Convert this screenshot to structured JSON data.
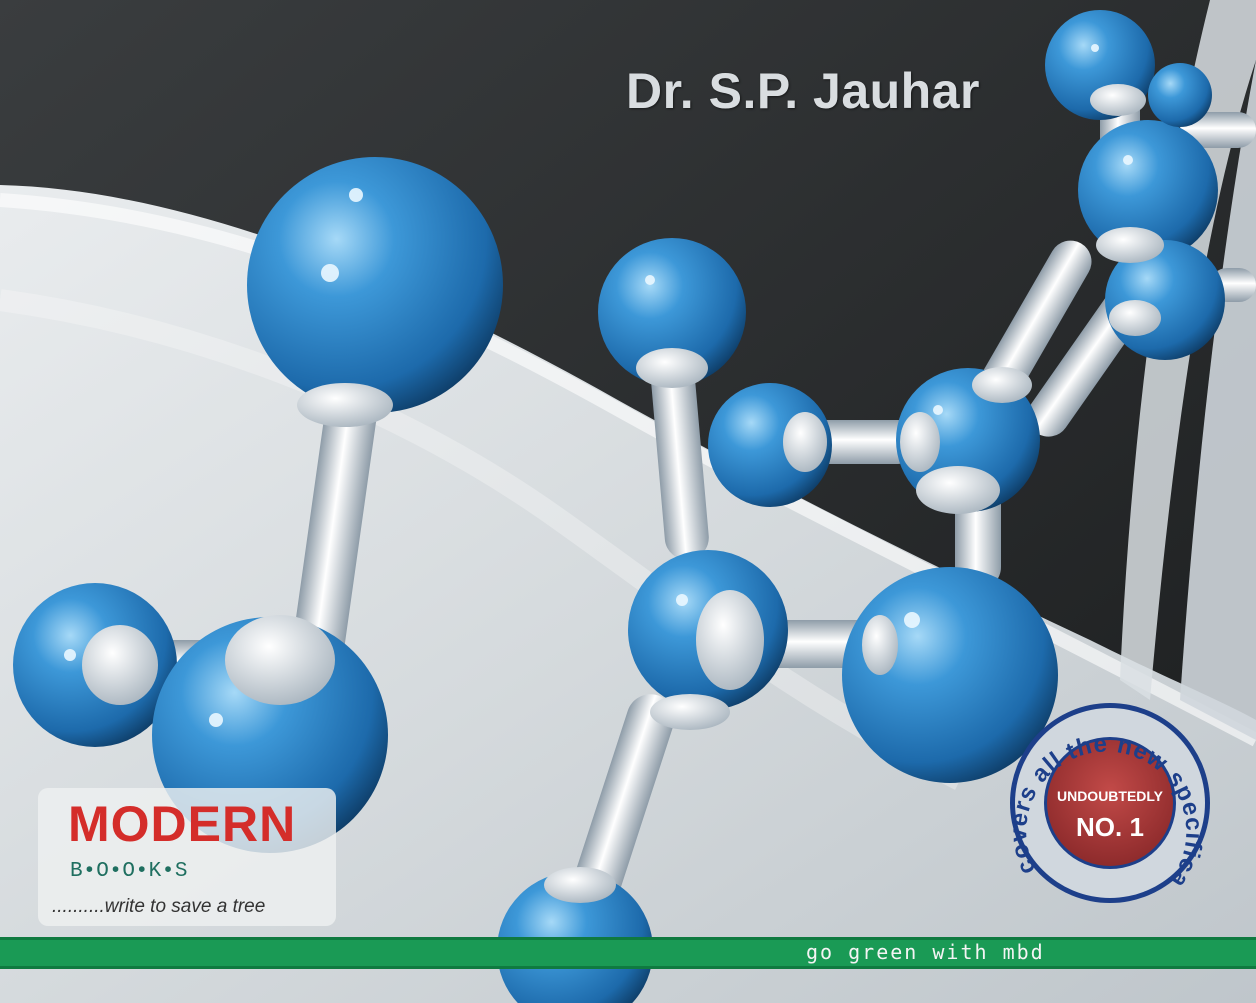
{
  "cover": {
    "author": "Dr. S.P. Jauhar",
    "publisher_logo": {
      "name": "MODERN",
      "sub": "B•O•O•K•S",
      "tagline": "..........write to save a tree"
    },
    "band_text": "go green with mbd",
    "badge": {
      "ring_text": "covers all the new specifications",
      "line1": "UNDOUBTEDLY",
      "line2": "NO. 1"
    }
  },
  "colors": {
    "background_dark": "#262829",
    "molecule_blue": "#2f86c8",
    "band_green": "#1a9a55",
    "logo_red": "#d42d2a",
    "badge_red": "#a8393a"
  }
}
